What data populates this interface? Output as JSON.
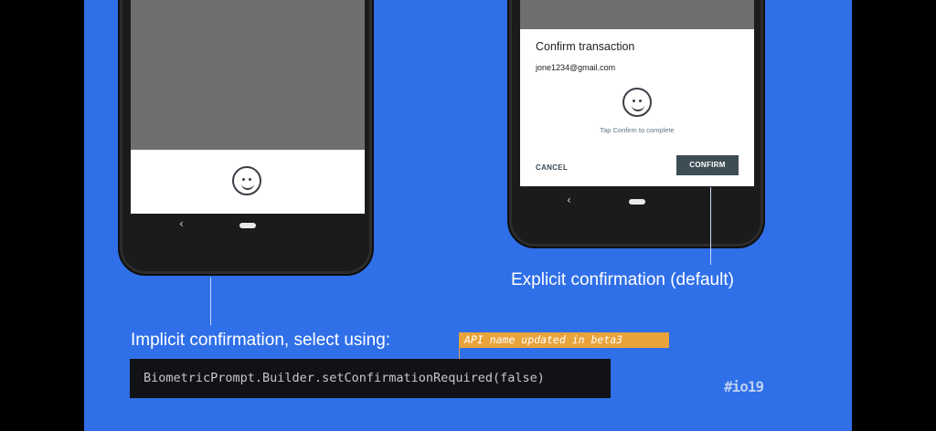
{
  "left_phone": {
    "nav": {
      "back_glyph": "‹"
    }
  },
  "right_phone": {
    "dialog": {
      "title": "Confirm transaction",
      "email": "jone1234@gmail.com",
      "hint": "Tap Confirm to complete",
      "cancel_label": "CANCEL",
      "confirm_label": "CONFIRM"
    },
    "nav": {
      "back_glyph": "‹"
    }
  },
  "captions": {
    "explicit": "Explicit confirmation (default)",
    "implicit": "Implicit confirmation, select using:"
  },
  "api_note": "API name updated in beta3",
  "code": "BiometricPrompt.Builder.setConfirmationRequired(false)",
  "logo_text": "#io19",
  "colors": {
    "slide_bg": "#2f6fe8",
    "confirm_button": "#3d4c55",
    "api_note_bg": "#e8a33a",
    "code_bg": "#101215"
  },
  "icons": [
    "face-icon",
    "back-icon",
    "home-icon"
  ]
}
